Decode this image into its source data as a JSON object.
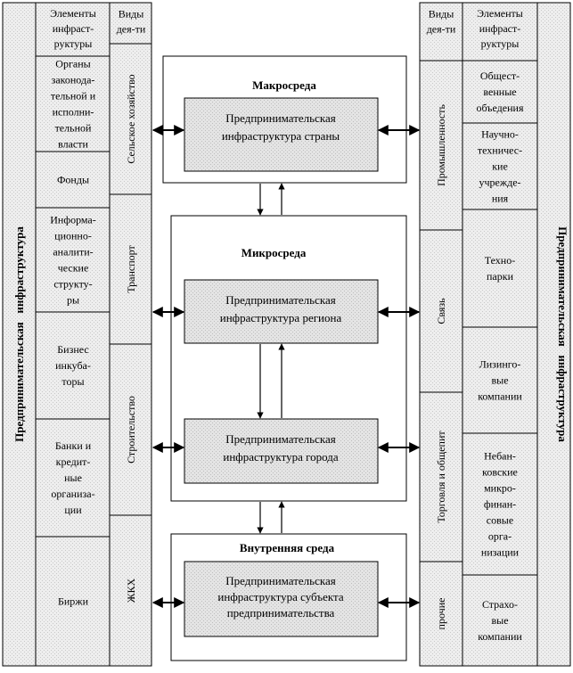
{
  "left": {
    "band_label": "Предпринимательская   инфраструктура",
    "elements_header": [
      "Элементы",
      "инфраст-",
      "руктуры"
    ],
    "activities_header": [
      "Виды",
      "дея-ти"
    ],
    "elements": [
      [
        "Органы",
        "законода-",
        "тельной и",
        "исполни-",
        "тельной",
        "власти"
      ],
      [
        "Фонды"
      ],
      [
        "Информа-",
        "ционно-",
        "аналити-",
        "ческие",
        "структу-",
        "ры"
      ],
      [
        "Бизнес",
        "инкуба-",
        "торы"
      ],
      [
        "Банки и",
        "кредит-",
        "ные",
        "организа-",
        "ции"
      ],
      [
        "Биржи"
      ]
    ],
    "activities": [
      "Сельское хозяйство",
      "Транспорт",
      "Строительство",
      "ЖКХ"
    ]
  },
  "right": {
    "band_label": "Предпринимательская   инфраструктура",
    "elements_header": [
      "Элементы",
      "инфраст-",
      "руктуры"
    ],
    "activities_header": [
      "Виды",
      "дея-ти"
    ],
    "elements": [
      [
        "Общест-",
        "венные",
        "объедения"
      ],
      [
        "Научно-",
        "техничес-",
        "кие",
        "учрежде-",
        "ния"
      ],
      [
        "Техно-",
        "парки"
      ],
      [
        "Лизинго-",
        "вые",
        "компании"
      ],
      [
        "Небан-",
        "ковские",
        "микро-",
        "финан-",
        "совые",
        "орга-",
        "низации"
      ],
      [
        "Страхо-",
        "вые",
        "компании"
      ]
    ],
    "activities": [
      "Промышленность",
      "Связь",
      "Торговля и общепит",
      "прочие"
    ]
  },
  "center": {
    "macro_title": "Макросреда",
    "macro_box": [
      "Предпринимательская",
      "инфраструктура страны"
    ],
    "micro_title": "Микросреда",
    "region_box": [
      "Предпринимательская",
      "инфраструктура региона"
    ],
    "city_box": [
      "Предпринимательская",
      "инфраструктура города"
    ],
    "internal_title": "Внутренняя среда",
    "subject_box": [
      "Предпринимательская",
      "инфраструктура субъекта",
      "предпринимательства"
    ]
  },
  "colors": {
    "band_fill": "#ececec",
    "inner_fill": "#e2e2e2",
    "stroke": "#000000"
  }
}
